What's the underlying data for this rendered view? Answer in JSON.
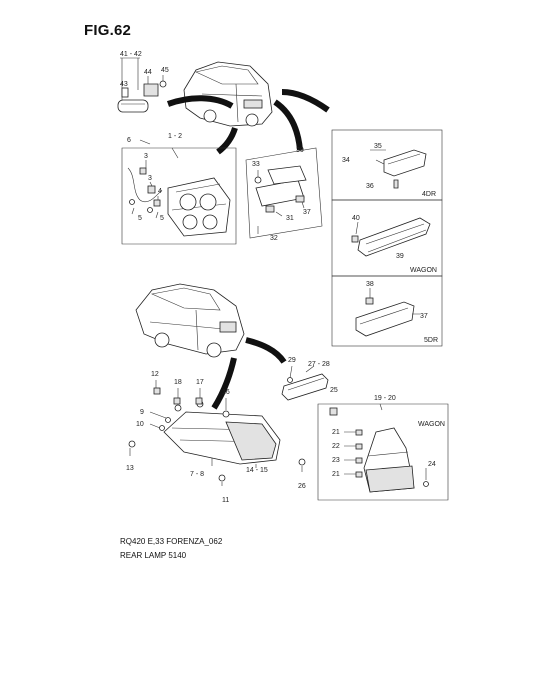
{
  "figure": {
    "title": "FIG.62",
    "footer_line1": "RQ420 E,33 FORENZA_062",
    "footer_line2": "REAR LAMP 5140"
  },
  "panels": {
    "four_door": "4DR",
    "wagon_upper": "WAGON",
    "five_door": "5DR",
    "wagon_lower": "WAGON"
  },
  "callouts": {
    "c41_42": "41 - 42",
    "c43": "43",
    "c44": "44",
    "c45": "45",
    "c6": "6",
    "c1_2": "1 - 2",
    "c3a": "3",
    "c3b": "3",
    "c4": "4",
    "c5a": "5",
    "c5b": "5",
    "c33": "33",
    "c30": "30",
    "c31": "31",
    "c32": "32",
    "c37a": "37",
    "c34": "34",
    "c35": "35",
    "c36": "36",
    "c40": "40",
    "c39": "39",
    "c38": "38",
    "c37b": "37",
    "c29": "29",
    "c27_28": "27 - 28",
    "c12": "12",
    "c18": "18",
    "c17": "17",
    "c16": "16",
    "c9": "9",
    "c10": "10",
    "c13": "13",
    "c7_8": "7 - 8",
    "c14_15": "14 - 15",
    "c11": "11",
    "c25": "25",
    "c26": "26",
    "c19_20": "19 - 20",
    "c21a": "21",
    "c22": "22",
    "c23": "23",
    "c21b": "21",
    "c24": "24"
  }
}
